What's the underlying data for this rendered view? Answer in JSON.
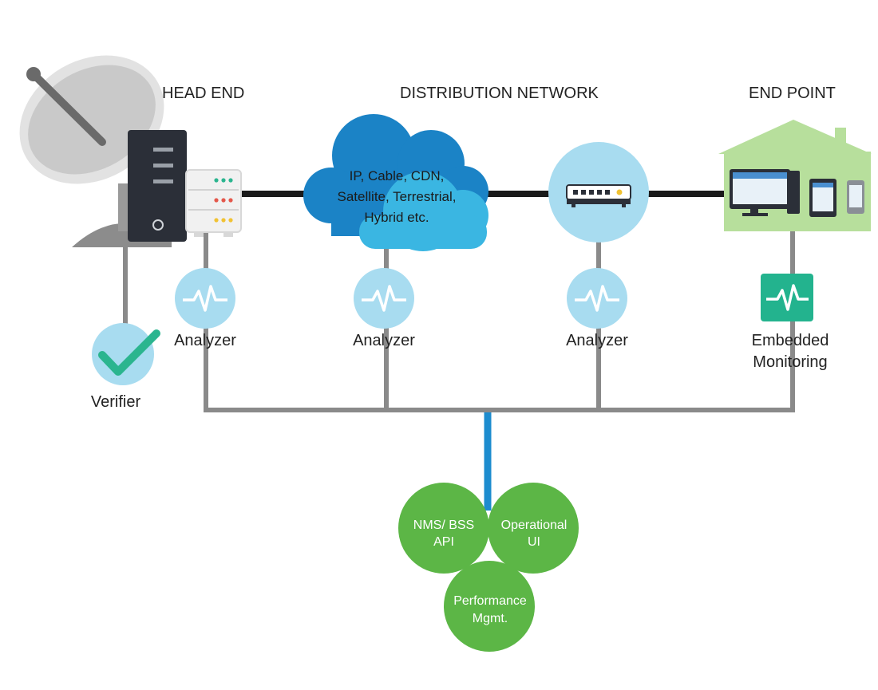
{
  "headings": {
    "head_end": "HEAD END",
    "distribution_network": "DISTRIBUTION NETWORK",
    "end_point": "END POINT"
  },
  "cloud": {
    "lines": [
      "IP, Cable, CDN,",
      "Satellite, Terrestrial,",
      "Hybrid etc."
    ]
  },
  "monitors": {
    "verifier": "Verifier",
    "analyzer_1": "Analyzer",
    "analyzer_2": "Analyzer",
    "analyzer_3": "Analyzer",
    "embedded_line1": "Embedded",
    "embedded_line2": "Monitoring"
  },
  "outputs": {
    "nms_line1": "NMS/ BSS",
    "nms_line2": "API",
    "ui_line1": "Operational",
    "ui_line2": "UI",
    "perf_line1": "Performance",
    "perf_line2": "Mgmt."
  },
  "colors": {
    "backbone": "#1a1a1a",
    "probe_line": "#8a8a8a",
    "uplink": "#1d8ccf",
    "analyzer_circle": "#a8dcf0",
    "cloud_dark": "#1b83c6",
    "cloud_light": "#3ab6e2",
    "house": "#b7df9c",
    "embedded_box": "#23b38e",
    "verifier_check": "#2bb58f",
    "output_circle": "#5cb646"
  },
  "icons": [
    "satellite-dish-icon",
    "server-tower-icon",
    "server-rack-icon",
    "router-icon",
    "house-icon",
    "desktop-icon",
    "tablet-icon",
    "phone-icon",
    "pulse-icon",
    "checkmark-icon"
  ]
}
